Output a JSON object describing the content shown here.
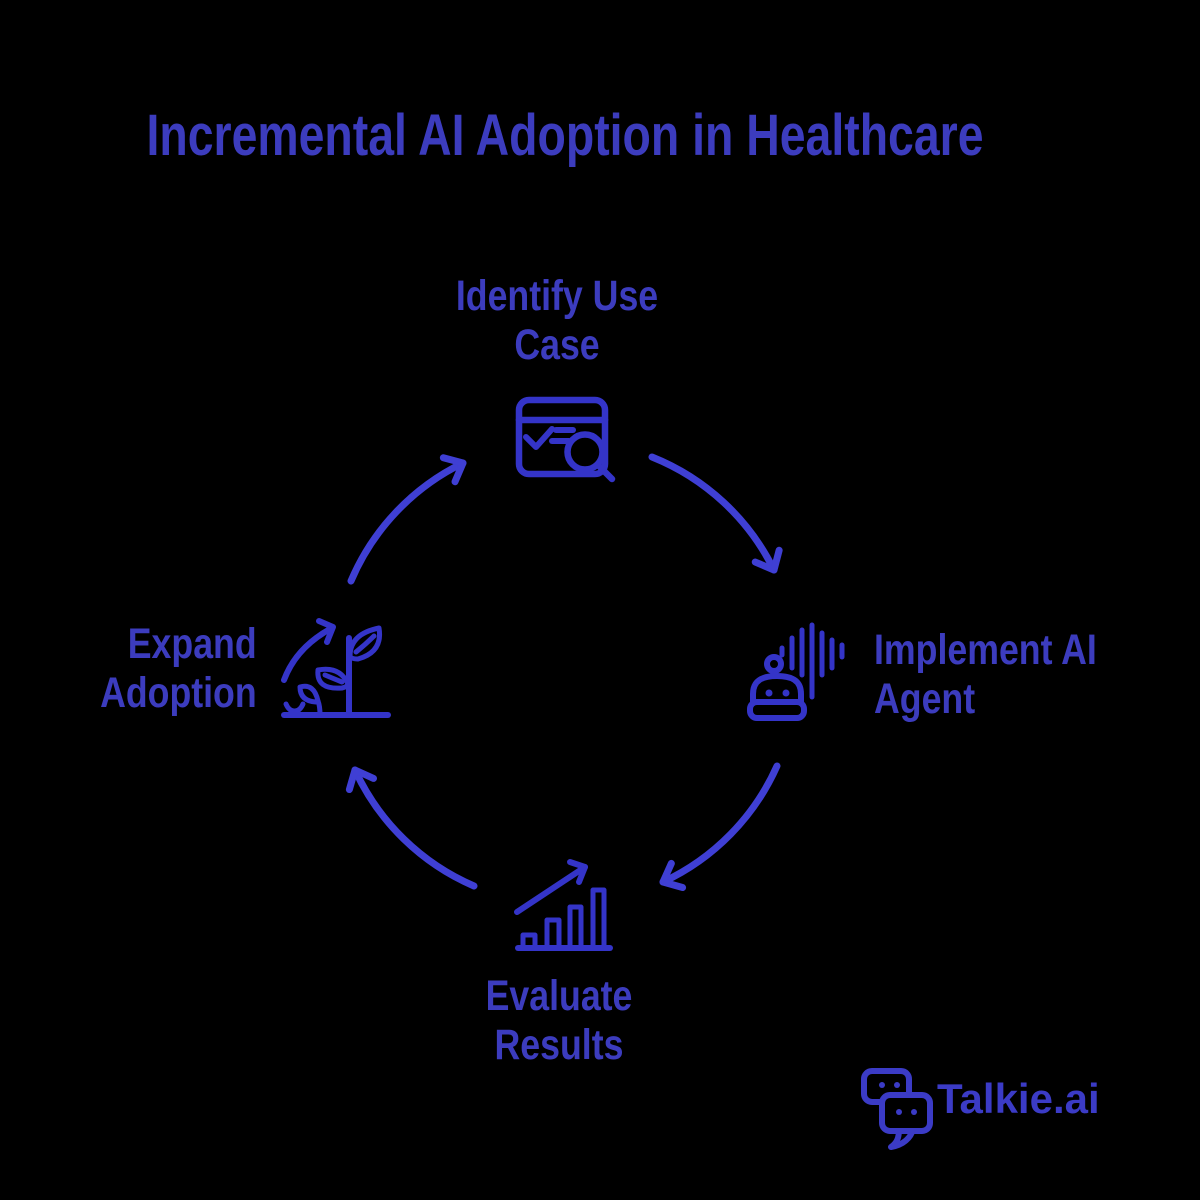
{
  "theme": {
    "bg": "#000000",
    "text": "#3c3cbe",
    "arrow": "#3f3fd4",
    "icon": "#3434c8",
    "logo": "#3b3bc6"
  },
  "title": "Incremental AI Adoption in Healthcare",
  "cycle": {
    "direction": "clockwise",
    "steps": [
      {
        "id": "identify-use-case",
        "position": "top",
        "line1": "Identify Use",
        "line2": "Case",
        "icon": "browser-search-check-icon"
      },
      {
        "id": "implement-ai-agent",
        "position": "right",
        "line1": "Implement AI",
        "line2": "Agent",
        "icon": "voice-robot-icon"
      },
      {
        "id": "evaluate-results",
        "position": "bottom",
        "line1": "Evaluate",
        "line2": "Results",
        "icon": "rising-bar-chart-icon"
      },
      {
        "id": "expand-adoption",
        "position": "left",
        "line1": "Expand",
        "line2": "Adoption",
        "icon": "growing-plant-icon"
      }
    ]
  },
  "brand": {
    "wordmark": "Talkie.ai",
    "icon": "chat-bubbles-icon"
  }
}
